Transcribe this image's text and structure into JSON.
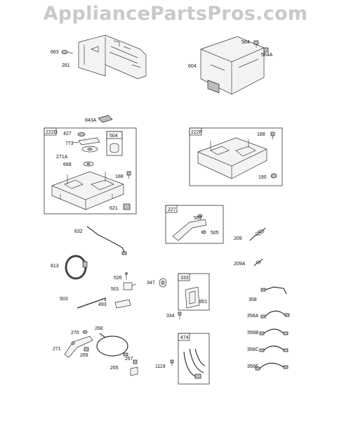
{
  "watermark": "AppliancePartsPros.com",
  "labels": {
    "p663": "663",
    "p281": "281",
    "p564": "564",
    "p564A": "564A",
    "p604": "604",
    "p843A": "843A",
    "p222D": "222D",
    "p427": "427",
    "p504": "504",
    "p773": "773",
    "p271A": "271A",
    "p668": "668",
    "p188a": "188",
    "p621": "621",
    "p222F": "222F",
    "p188b": "188",
    "p190": "190",
    "p632": "632",
    "p227": "227",
    "p562": "562",
    "p505": "505",
    "p209": "209",
    "p813": "813",
    "p526": "526",
    "p501": "501",
    "p347": "347",
    "p333": "333",
    "p209A": "209A",
    "p503": "503",
    "p493": "493",
    "p851": "851",
    "p358": "358",
    "p334": "334",
    "p356A": "356A",
    "p270": "270",
    "p268": "268",
    "p356B": "356B",
    "p271": "271",
    "p269": "269",
    "p474": "474",
    "p356C": "356C",
    "p267": "267",
    "p265": "265",
    "p1119": "1119",
    "p356F": "356F"
  }
}
